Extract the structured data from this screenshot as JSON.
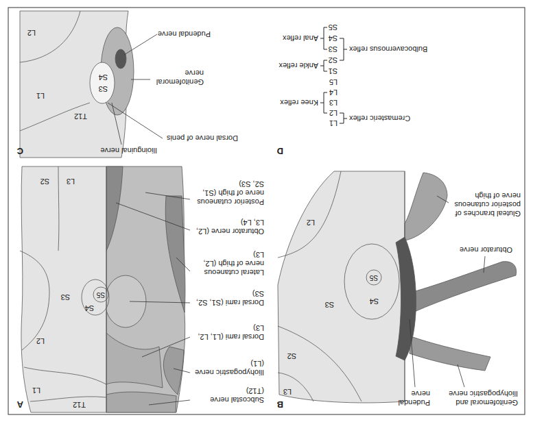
{
  "diagram": {
    "labels": [
      "A",
      "T12",
      "L1",
      "L2",
      "S3",
      "S4",
      "S5",
      "L3",
      "S2",
      "Subcostal nerve (T12)",
      "Iliohypogastric nerve (L1)",
      "Dorsal rami (L1, L2, L3)",
      "Dorsal rami (S1, S2, S3)",
      "Lateral cutaneous nerve of thigh (L2, L3)",
      "Obturator nerve (L2, L3, L4)",
      "Posterior cutaneous nerve of thigh (S1, S2, S3)",
      "B",
      "L3",
      "S2",
      "S3",
      "S4",
      "S5",
      "L2",
      "Genitofemoral and Iliohypogastric nerve",
      "Pudendal nerve",
      "Obturator nerve",
      "Gluteal branches of posterior cutaneous nerve of thigh",
      "C",
      "Ilioinguinal nerve",
      "Dorsal nerve of penis",
      "Genitofemoral nerve",
      "Pudendal nerve",
      "T12",
      "S3",
      "S4",
      "L1",
      "L2",
      "D",
      "Cremasteric reflex",
      "L1",
      "L2",
      "Knee reflex",
      "L3",
      "L4",
      "L5",
      "Ankle reflex",
      "S1",
      "S2",
      "Bulbocavernosus reflex",
      "S3",
      "S4",
      "Anal reflex",
      "S5"
    ]
  }
}
